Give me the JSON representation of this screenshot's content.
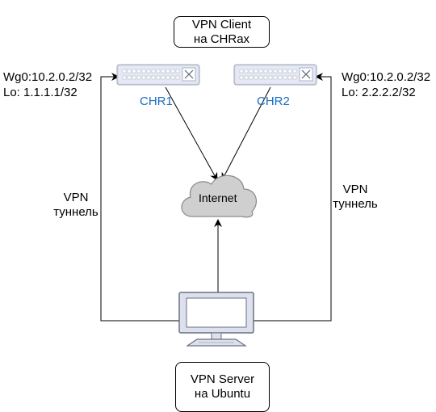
{
  "client_box": {
    "line1": "VPN Client",
    "line2": "на CHRax"
  },
  "server_box": {
    "line1": "VPN Server",
    "line2": "на Ubuntu"
  },
  "chr1": {
    "label": "CHR1",
    "wg": "Wg0:10.2.0.2/32",
    "lo": "Lo: 1.1.1.1/32"
  },
  "chr2": {
    "label": "CHR2",
    "wg": "Wg0:10.2.0.2/32",
    "lo": "Lo: 2.2.2.2/32"
  },
  "internet": {
    "label": "Internet"
  },
  "tunnel_left": {
    "line1": "VPN",
    "line2": "туннель"
  },
  "tunnel_right": {
    "line1": "VPN",
    "line2": "туннель"
  },
  "colors": {
    "router_fill": "#dde1ee",
    "router_stroke": "#9aa3b8",
    "cloud_fill": "#cfcfcf",
    "label_blue": "#1a6cc2",
    "monitor_stroke": "#6b7080"
  },
  "icons": {
    "router": "switch-icon",
    "cloud": "cloud-icon",
    "server": "monitor-icon"
  }
}
